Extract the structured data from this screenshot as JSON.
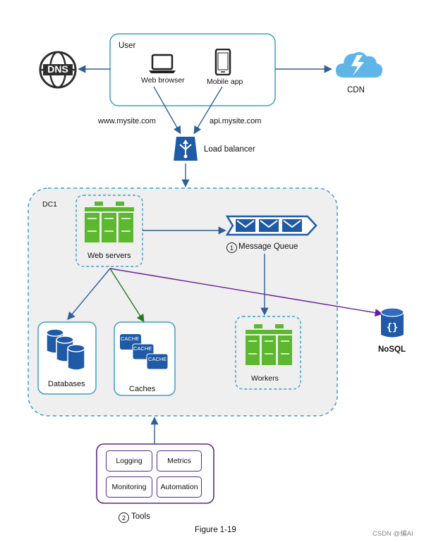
{
  "diagram": {
    "user": {
      "title": "User",
      "web_browser": "Web browser",
      "mobile_app": "Mobile app"
    },
    "dns_label": "DNS",
    "cdn_label": "CDN",
    "urls": {
      "web": "www.mysite.com",
      "api": "api.mysite.com"
    },
    "load_balancer": "Load balancer",
    "dc": {
      "title": "DC1",
      "web_servers": "Web servers",
      "message_queue_num": "1",
      "message_queue": "Message Queue",
      "databases": "Databases",
      "caches": "Caches",
      "cache_text": "CACHE",
      "workers": "Workers"
    },
    "nosql": "NoSQL",
    "tools": {
      "num": "2",
      "title": "Tools",
      "items": [
        "Logging",
        "Metrics",
        "Monitoring",
        "Automation"
      ]
    },
    "figure_caption": "Figure 1-19",
    "watermark": "CSDN @编AI"
  },
  "colors": {
    "arrow_blue": "#2f5f96",
    "arrow_green": "#1e7d1e",
    "arrow_purple": "#6a1b9a",
    "server_green": "#5cb82e",
    "dashed_cyan": "#3aa0c8",
    "box_blue": "#1f5aa6",
    "user_box_border": "#3aa0c8",
    "tools_border": "#5b2a86"
  },
  "icons": [
    "dns-globe-icon",
    "cdn-cloud-icon",
    "laptop-icon",
    "phone-icon",
    "load-balancer-icon",
    "server-rack-icon",
    "envelope-icon",
    "database-cylinder-icon",
    "cache-stack-icon",
    "nosql-cylinder-icon"
  ]
}
